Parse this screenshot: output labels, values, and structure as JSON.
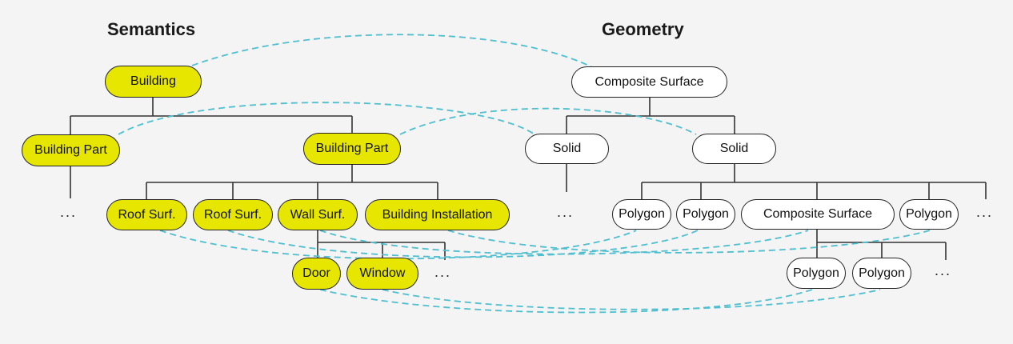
{
  "headings": {
    "semantics": "Semantics",
    "geometry": "Geometry"
  },
  "semantics": {
    "building": "Building",
    "building_part_left": "Building Part",
    "building_part_right": "Building Part",
    "roof_surf_1": "Roof Surf.",
    "roof_surf_2": "Roof Surf.",
    "wall_surf": "Wall Surf.",
    "building_installation": "Building Installation",
    "door": "Door",
    "window": "Window",
    "ellipsis_parts": "...",
    "ellipsis_openings": "..."
  },
  "geometry": {
    "composite_surface_top": "Composite Surface",
    "solid_left": "Solid",
    "solid_right": "Solid",
    "polygon_1": "Polygon",
    "polygon_2": "Polygon",
    "composite_surface_mid": "Composite Surface",
    "polygon_3": "Polygon",
    "polygon_4": "Polygon",
    "polygon_5": "Polygon",
    "ellipsis_solid": "...",
    "ellipsis_surfaces": "...",
    "ellipsis_polygons": "..."
  },
  "colors": {
    "semantic_fill": "#e6e600",
    "geometry_fill": "#ffffff",
    "tree_line": "#333333",
    "link_dashed": "#4fbfcf",
    "background": "#f4f4f4"
  }
}
